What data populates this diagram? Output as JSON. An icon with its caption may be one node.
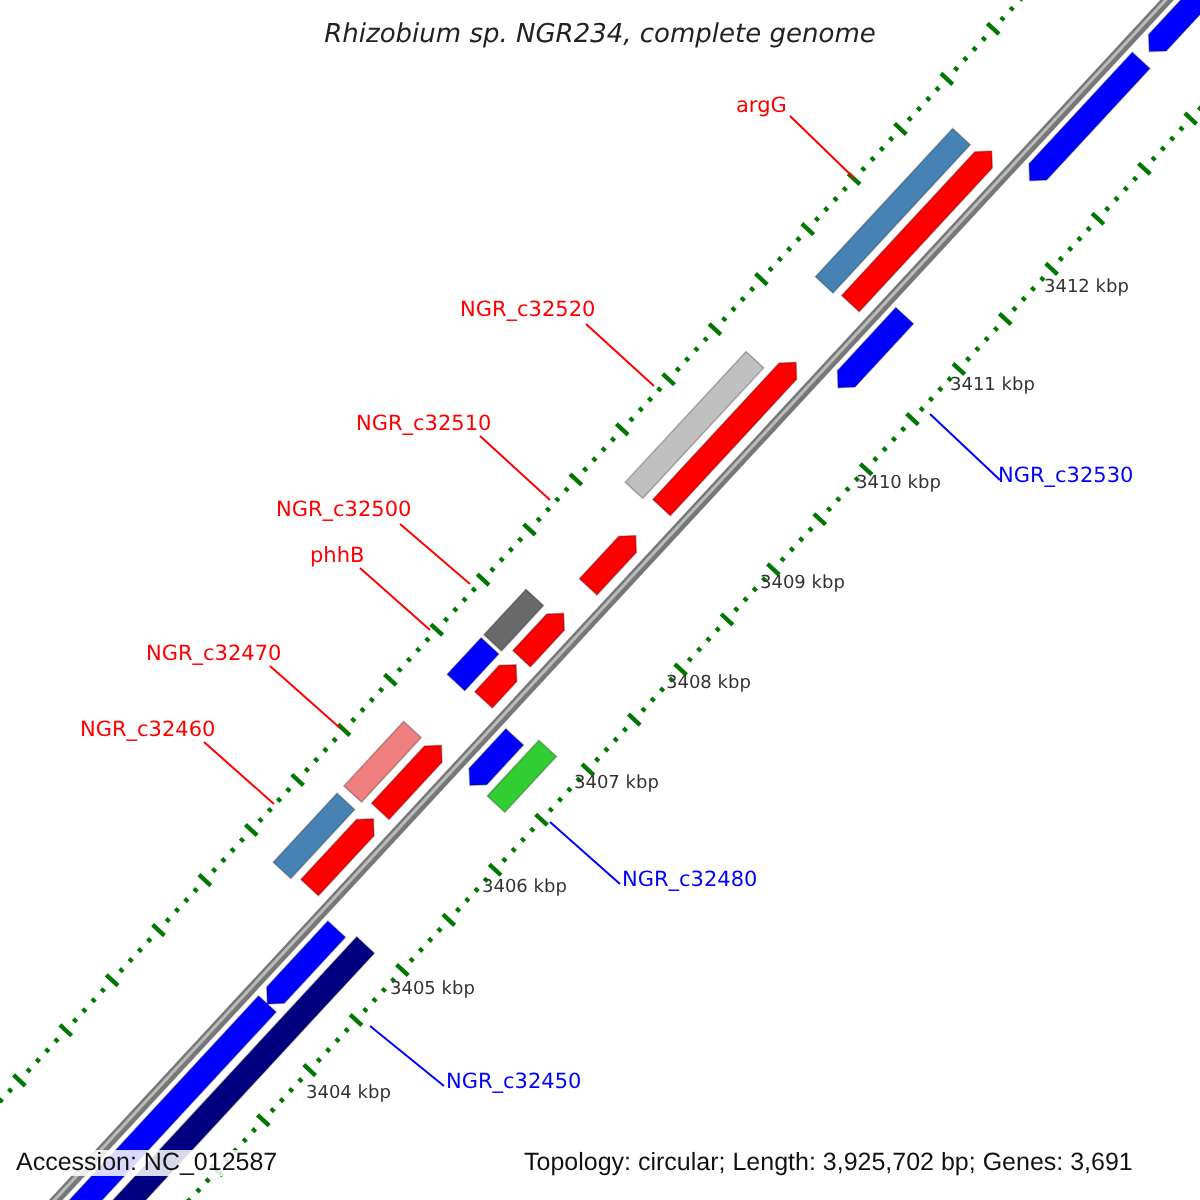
{
  "diagram": {
    "title": "Rhizobium sp. NGR234, complete genome",
    "nodes": [
      {
        "text": [
          "argG"
        ]
      },
      {
        "text": [
          "NGR_c32520"
        ]
      },
      {
        "text": [
          "NGR_c32510"
        ]
      },
      {
        "text": [
          "NGR_c32530"
        ]
      },
      {
        "text": [
          "NGR_c32500"
        ]
      },
      {
        "text": [
          "phhB"
        ]
      },
      {
        "text": [
          "NGR_c32470"
        ]
      },
      {
        "text": [
          "NGR_c32460"
        ]
      },
      {
        "text": [
          "NGR_c32480"
        ]
      },
      {
        "text": [
          "NGR_c32450"
        ]
      }
    ],
    "edges": [
      {
        "from": 0,
        "to": null,
        "arrow": "none"
      },
      {
        "from": 1,
        "to": null,
        "arrow": "none"
      },
      {
        "from": 2,
        "to": null,
        "arrow": "none"
      },
      {
        "from": 3,
        "to": null,
        "arrow": "none",
        "color": "#0000ff"
      },
      {
        "from": 4,
        "to": null,
        "arrow": "none"
      },
      {
        "from": 5,
        "to": null,
        "arrow": "none"
      },
      {
        "from": 6,
        "to": null,
        "arrow": "none"
      },
      {
        "from": 7,
        "to": null,
        "arrow": "none"
      },
      {
        "from": 8,
        "to": null,
        "arrow": "none",
        "color": "#0000ff"
      },
      {
        "from": 9,
        "to": null,
        "arrow": "none",
        "color": "#0000ff"
      }
    ],
    "labels": [
      "3412 kbp",
      "3411 kbp",
      "3410 kbp",
      "3409 kbp",
      "3408 kbp",
      "3407 kbp",
      "3406 kbp",
      "3405 kbp",
      "3404 kbp",
      "Accession: NC_012587",
      "Topology: circular; Length: 3,925,702 bp; Genes: 3,691"
    ]
  }
}
